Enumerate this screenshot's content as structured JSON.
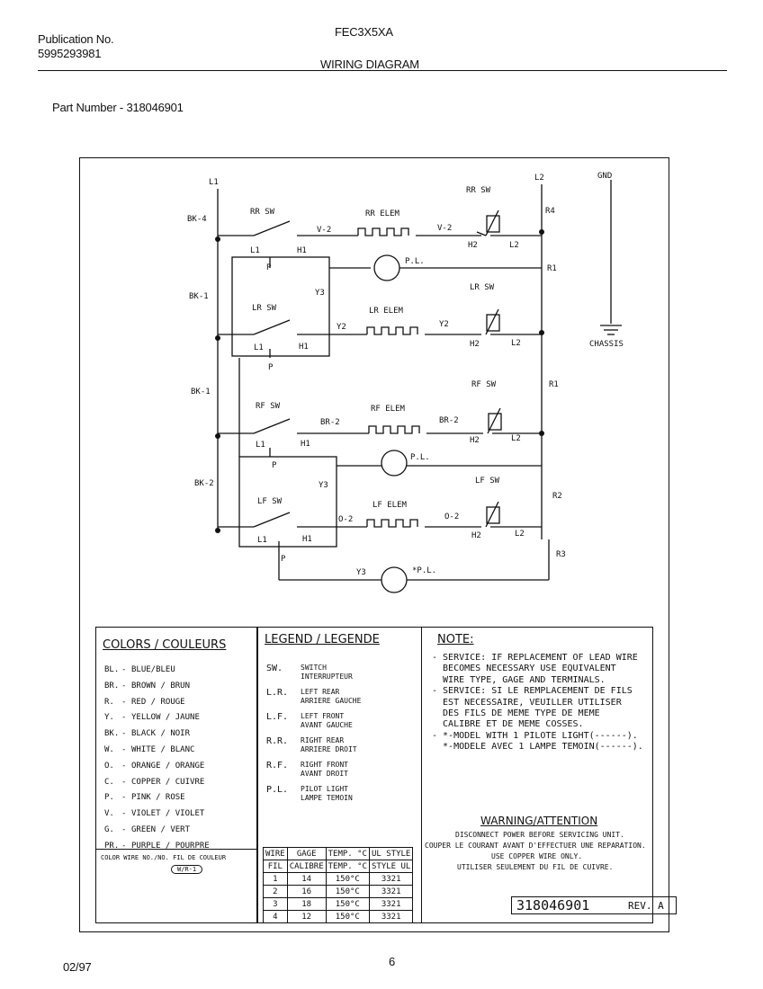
{
  "header": {
    "publication_label": "Publication No.",
    "publication_number": "5995293981",
    "model": "FEC3X5XA",
    "section_title": "WIRING DIAGRAM",
    "part_number": "Part Number - 318046901"
  },
  "diagram": {
    "lines": [
      "L1",
      "L2",
      "GND"
    ],
    "wire_labels": [
      "BK-4",
      "BK-1",
      "BK-1",
      "BK-2"
    ],
    "right_labels": [
      "R4",
      "R1",
      "R1",
      "R2",
      "R3"
    ],
    "chassis": "CHASSIS",
    "rr": {
      "switch": "RR SW",
      "elem": "RR ELEM",
      "valve": "RR SW",
      "wire": "V-2"
    },
    "lr": {
      "switch": "LR SW",
      "elem": "LR ELEM",
      "valve": "LR SW",
      "wire": "Y2"
    },
    "rf": {
      "switch": "RF SW",
      "elem": "RF ELEM",
      "valve": "RF SW",
      "wire": "BR-2"
    },
    "lf": {
      "switch": "LF SW",
      "elem": "LF ELEM",
      "valve": "LF SW",
      "wire": "O-2"
    },
    "terminals": {
      "l1": "L1",
      "h1": "H1",
      "h2": "H2",
      "l2": "L2",
      "p": "P",
      "y3": "Y3"
    },
    "pilot_light": "P.L.",
    "pilot_light_star": "*P.L."
  },
  "colors": {
    "title": "COLORS / COULEURS",
    "rows": [
      {
        "code": "BL.",
        "name": "BLUE/BLEU"
      },
      {
        "code": "BR.",
        "name": "BROWN / BRUN"
      },
      {
        "code": "R.",
        "name": "RED / ROUGE"
      },
      {
        "code": "Y.",
        "name": "YELLOW / JAUNE"
      },
      {
        "code": "BK.",
        "name": "BLACK / NOIR"
      },
      {
        "code": "W.",
        "name": "WHITE / BLANC"
      },
      {
        "code": "O.",
        "name": "ORANGE / ORANGE"
      },
      {
        "code": "C.",
        "name": "COPPER / CUIVRE"
      },
      {
        "code": "P.",
        "name": "PINK / ROSE"
      },
      {
        "code": "V.",
        "name": "VIOLET / VIOLET"
      },
      {
        "code": "G.",
        "name": "GREEN / VERT"
      },
      {
        "code": "PR.",
        "name": "PURPLE / POURPRE"
      }
    ],
    "footer1": "COLOR WIRE NO./NO. FIL DE COULEUR",
    "footer_badge": "W/R-1"
  },
  "legend": {
    "title": "LEGEND / LEGENDE",
    "rows": [
      {
        "code": "SW.",
        "en": "SWITCH",
        "fr": "INTERRUPTEUR"
      },
      {
        "code": "L.R.",
        "en": "LEFT REAR",
        "fr": "ARRIERE GAUCHE"
      },
      {
        "code": "L.F.",
        "en": "LEFT FRONT",
        "fr": "AVANT GAUCHE"
      },
      {
        "code": "R.R.",
        "en": "RIGHT REAR",
        "fr": "ARRIERE DROIT"
      },
      {
        "code": "R.F.",
        "en": "RIGHT FRONT",
        "fr": "AVANT DROIT"
      },
      {
        "code": "P.L.",
        "en": "PILOT LIGHT",
        "fr": "LAMPE TEMOIN"
      }
    ]
  },
  "wire_table": {
    "headers": [
      "WIRE",
      "GAGE",
      "TEMP. °C",
      "UL STYLE"
    ],
    "subheaders": [
      "FIL",
      "CALIBRE",
      "TEMP. °C",
      "STYLE UL"
    ],
    "rows": [
      [
        "1",
        "14",
        "150°C",
        "3321"
      ],
      [
        "2",
        "16",
        "150°C",
        "3321"
      ],
      [
        "3",
        "18",
        "150°C",
        "3321"
      ],
      [
        "4",
        "12",
        "150°C",
        "3321"
      ]
    ]
  },
  "note": {
    "title": "NOTE:",
    "lines": [
      "- SERVICE: IF REPLACEMENT OF LEAD WIRE",
      "  BECOMES NECESSARY USE EQUIVALENT",
      "  WIRE TYPE, GAGE AND TERMINALS.",
      "- SERVICE: SI LE REMPLACEMENT DE FILS",
      "  EST NECESSAIRE, VEUILLER UTILISER",
      "  DES FILS DE MEME TYPE DE MEME",
      "  CALIBRE ET DE MEME COSSES.",
      "- *-MODEL WITH 1 PILOTE LIGHT(------).",
      "  *-MODELE AVEC 1 LAMPE TEMOIN(------)."
    ]
  },
  "warning": {
    "title": "WARNING/ATTENTION",
    "lines": [
      "DISCONNECT POWER BEFORE SERVICING UNIT.",
      "COUPER LE COURANT AVANT D'EFFECTUER UNE REPARATION.",
      "USE COPPER WIRE ONLY.",
      "UTILISER SEULEMENT DU FIL DE CUIVRE."
    ]
  },
  "part_box": {
    "number": "318046901",
    "rev": "REV. A"
  },
  "footer": {
    "date": "02/97",
    "page": "6"
  }
}
